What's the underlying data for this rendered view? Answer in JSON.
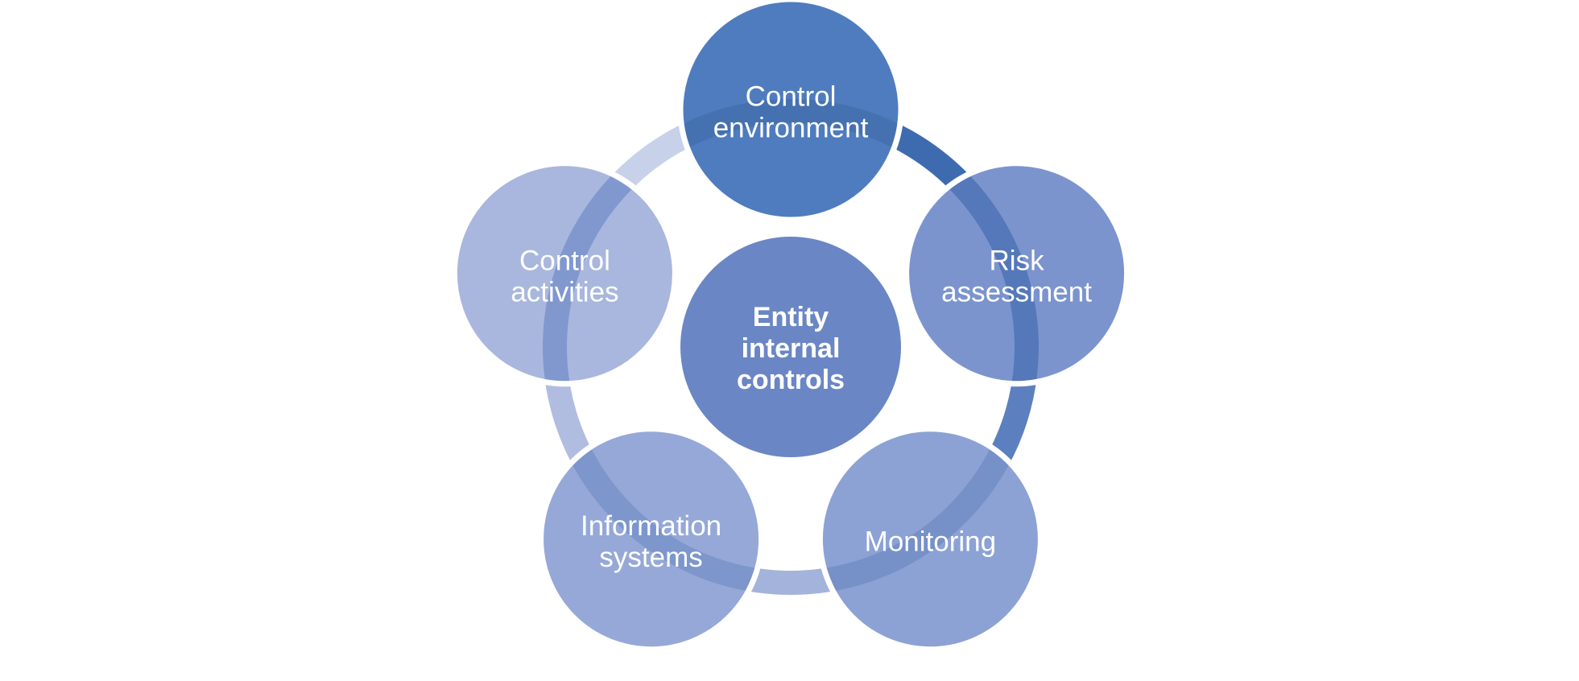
{
  "diagram": {
    "name": "entity-internal-controls-cycle",
    "background": "#FFFFFF",
    "text_color": "#FFFFFF",
    "center": {
      "id": "entity-internal-controls",
      "label_lines": [
        "Entity",
        "internal",
        "controls"
      ],
      "fill": "#6B86C5",
      "bold": true
    },
    "nodes": [
      {
        "id": "control-environment",
        "label_lines": [
          "Control",
          "environment"
        ],
        "fill": "#4F7CBE",
        "band": "#4571B0"
      },
      {
        "id": "risk-assessment",
        "label_lines": [
          "Risk",
          "assessment"
        ],
        "fill": "#7B94CE",
        "band": "#5478BA"
      },
      {
        "id": "monitoring",
        "label_lines": [
          "Monitoring"
        ],
        "fill": "#8CA2D4",
        "band": "#7690C8"
      },
      {
        "id": "information-systems",
        "label_lines": [
          "Information",
          "systems"
        ],
        "fill": "#95A8D7",
        "band": "#7D96CB"
      },
      {
        "id": "control-activities",
        "label_lines": [
          "Control",
          "activities"
        ],
        "fill": "#A9B7DE",
        "band": "#8098CE"
      }
    ],
    "connectors": [
      {
        "between": [
          "control-environment",
          "risk-assessment"
        ],
        "color": "#3E6BB0"
      },
      {
        "between": [
          "risk-assessment",
          "monitoring"
        ],
        "color": "#5C7FC0"
      },
      {
        "between": [
          "monitoring",
          "information-systems"
        ],
        "color": "#A3B3DB"
      },
      {
        "between": [
          "information-systems",
          "control-activities"
        ],
        "color": "#B0BDE0"
      },
      {
        "between": [
          "control-activities",
          "control-environment"
        ],
        "color": "#C8D1EA"
      }
    ]
  }
}
